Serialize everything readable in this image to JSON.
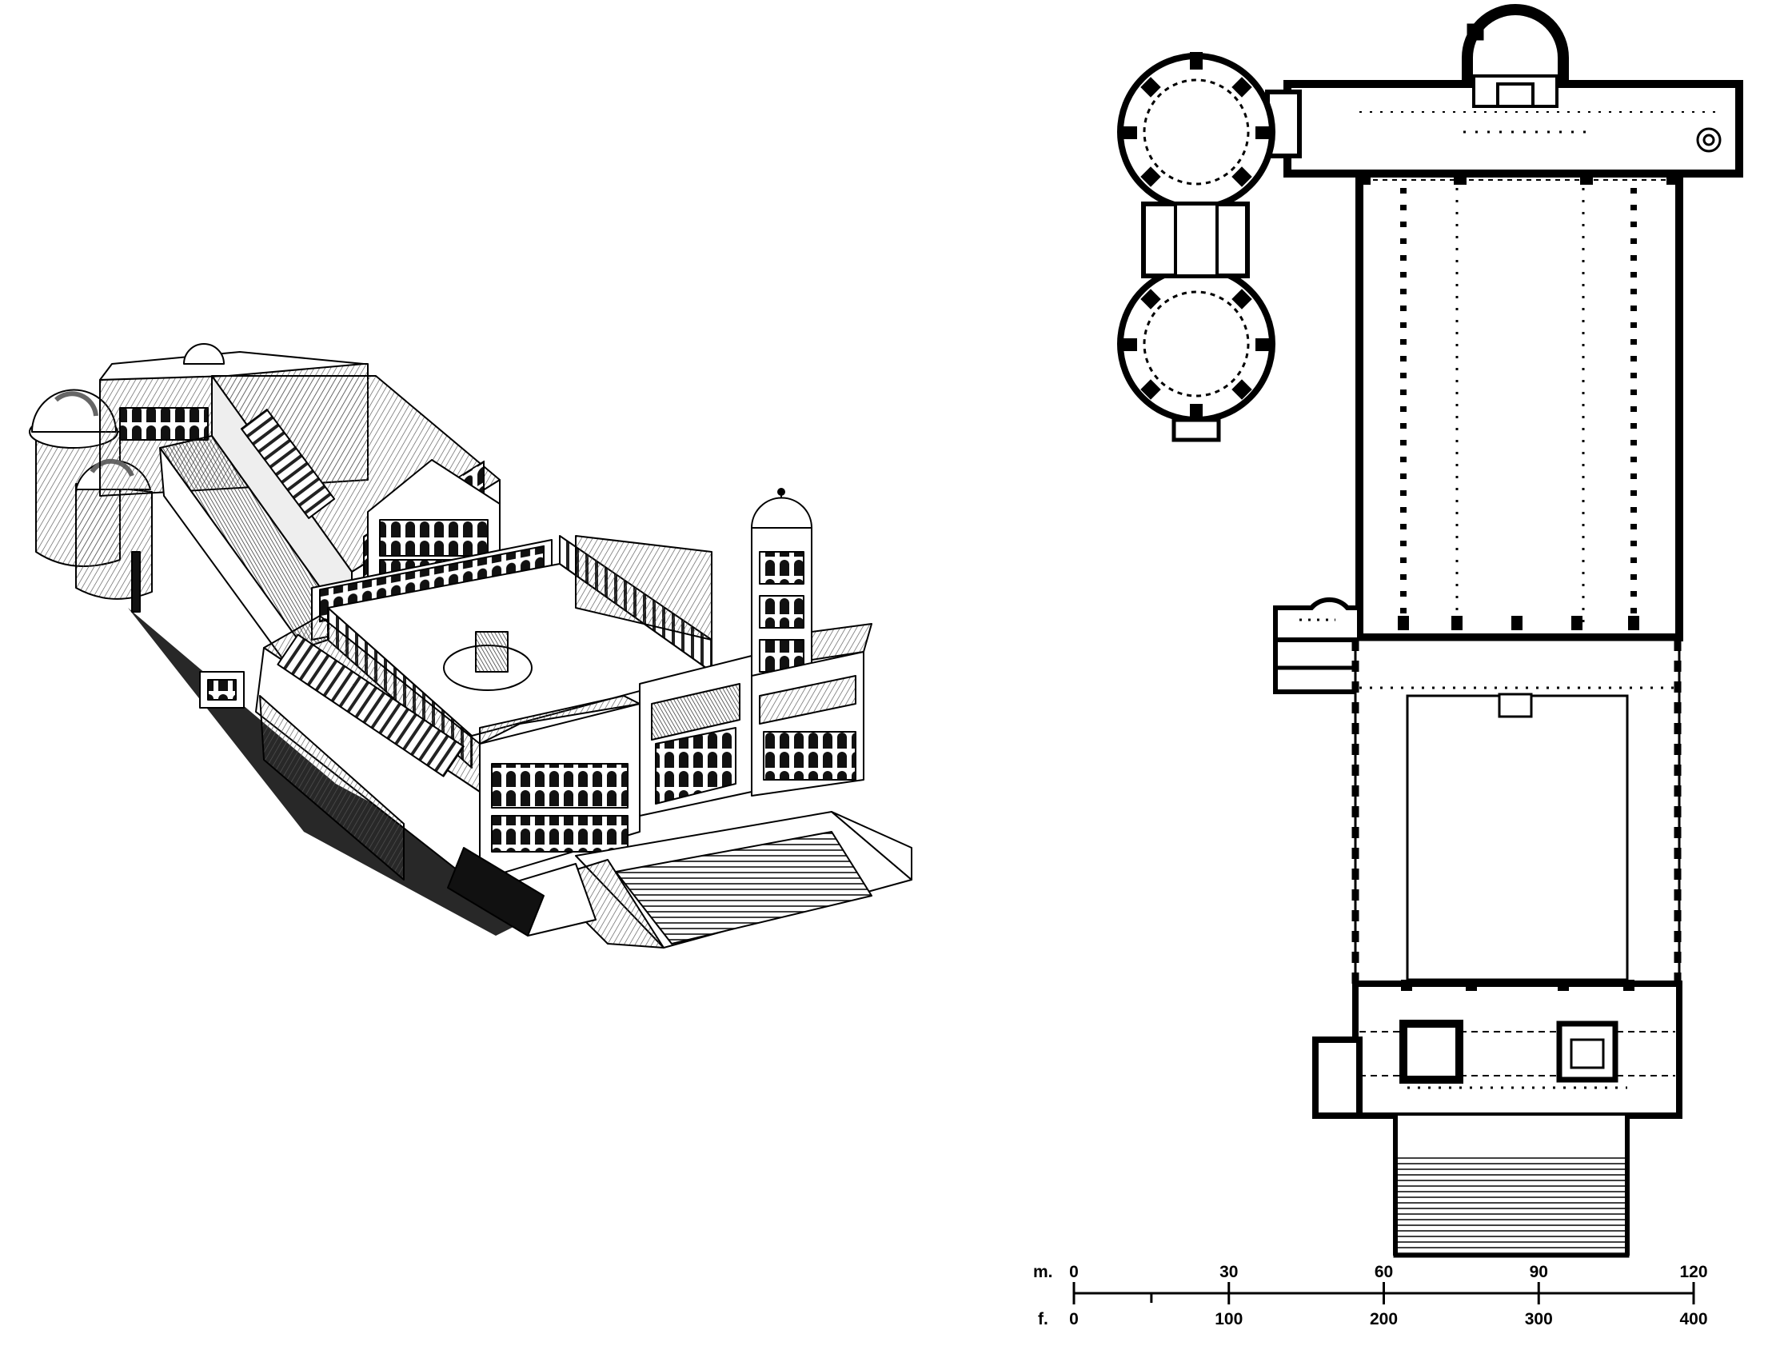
{
  "scale_bar": {
    "meters": {
      "unit_label": "m.",
      "ticks": [
        "0",
        "30",
        "60",
        "90",
        "120"
      ]
    },
    "feet": {
      "unit_label": "f.",
      "ticks": [
        "0",
        "100",
        "200",
        "300",
        "400"
      ]
    }
  },
  "colors": {
    "ink": "#000000",
    "paper": "#ffffff",
    "shade": "#555555",
    "roof_hatch": "#888888"
  }
}
